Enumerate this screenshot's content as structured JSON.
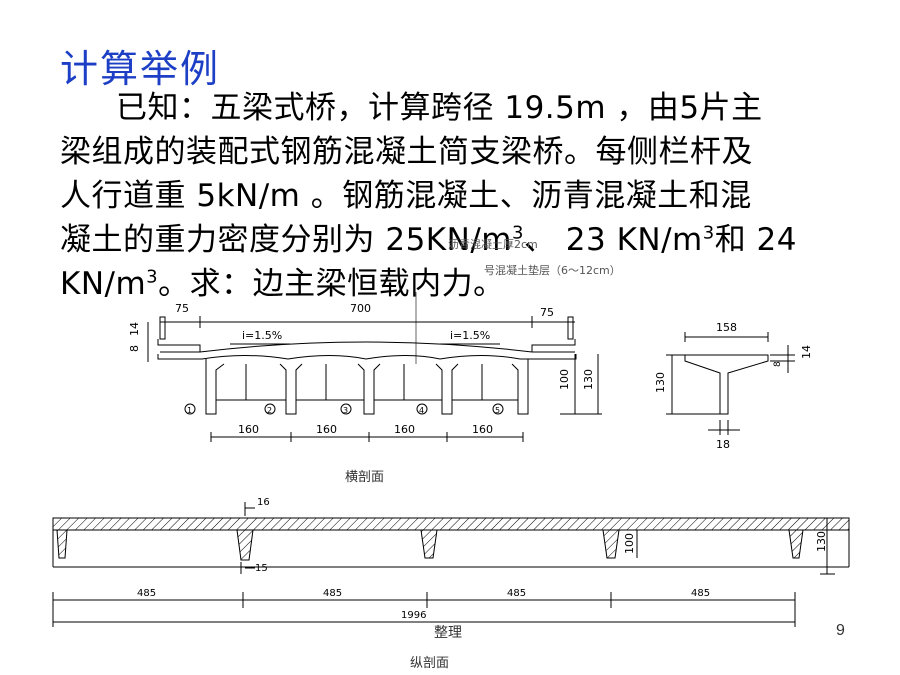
{
  "slide": {
    "title": "计算举例",
    "paragraph": {
      "line1": "已知：五梁式桥，计算跨径 19.5m ，由5片主",
      "line2": "梁组成的装配式钢筋混凝土简支梁桥。每侧栏杆及",
      "line3": "人行道重 5kN/m 。钢筋混凝土、沥青混凝土和混",
      "line4a": "凝土的重力密度分别为 25KN/m",
      "line4b": "、 23 KN/m",
      "line4c": "和 24",
      "line5a": "KN/m",
      "line5b": "。求：边主梁恒载内力。",
      "sup": "3"
    }
  },
  "cross_section": {
    "label": "横剖面",
    "annotation1": "沥青混凝土厚2cm",
    "annotation2": "号混凝土垫层（6～12cm）",
    "dims": {
      "side_walk": "75",
      "deck_width": "700",
      "slope_left": "i=1.5%",
      "slope_right": "i=1.5%",
      "h14": "14",
      "h8": "8",
      "h100": "100",
      "h130": "130",
      "spacing": [
        "160",
        "160",
        "160",
        "160"
      ]
    },
    "beams": [
      "1",
      "2",
      "3",
      "4",
      "5"
    ]
  },
  "tbeam_section": {
    "flange": "158",
    "h8": "8",
    "h14": "14",
    "h130": "130",
    "web": "18"
  },
  "longitudinal_section": {
    "label": "纵剖面",
    "dims": {
      "top16": "16",
      "bottom15": "15",
      "h100": "100",
      "h130": "130",
      "spans": [
        "485",
        "485",
        "485",
        "485"
      ],
      "total": "1996"
    }
  },
  "footer": {
    "center": "整理",
    "page": "9"
  }
}
